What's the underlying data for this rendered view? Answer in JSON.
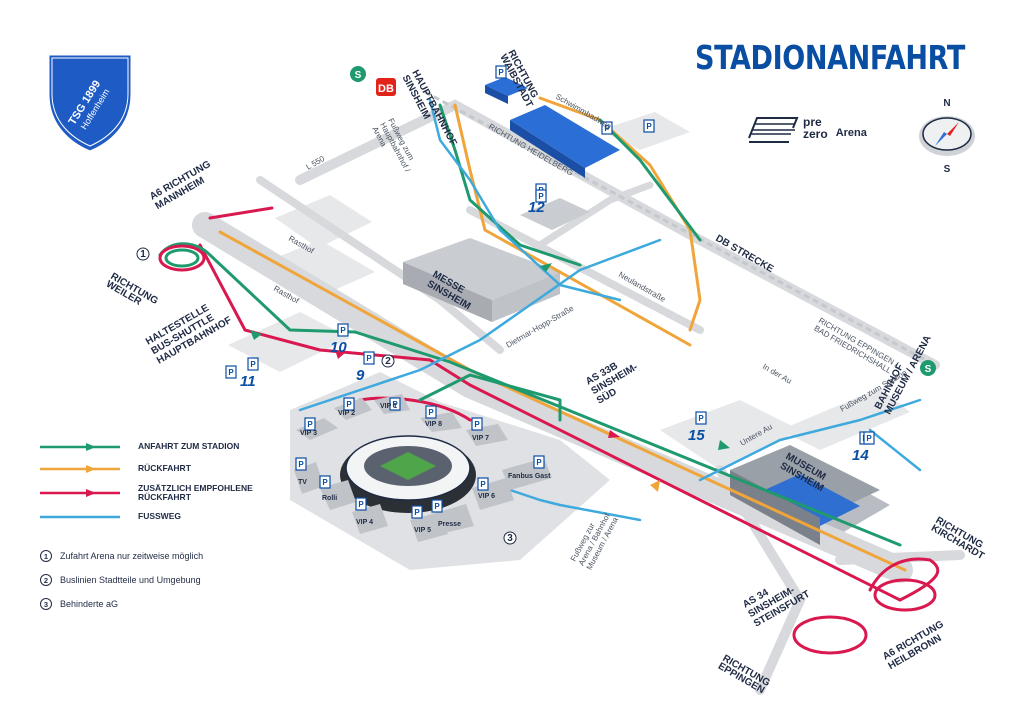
{
  "title": "STADIONANFAHRT",
  "club": {
    "name": "TSG 1899",
    "city": "Hoffenheim"
  },
  "brand": {
    "pre": "pre",
    "zero": "zero",
    "arena": "Arena"
  },
  "compass": {
    "north": "N",
    "south": "S"
  },
  "legend": [
    {
      "label": "ANFAHRT ZUM STADION",
      "color": "#1f9a6e"
    },
    {
      "label": "RÜCKFAHRT",
      "color": "#f0a53b"
    },
    {
      "label": "ZUSÄTZLICH EMPFOHLENE RÜCKFAHRT",
      "color": "#d9184f"
    },
    {
      "label": "FUSSWEG",
      "color": "#3ea9dd"
    }
  ],
  "notes": [
    {
      "num": "1",
      "text": "Zufahrt Arena nur zeitweise möglich"
    },
    {
      "num": "2",
      "text": "Buslinien Stadtteile und Umgebung"
    },
    {
      "num": "3",
      "text": "Behinderte aG"
    }
  ],
  "labels": {
    "hbf_sinsheim": [
      "HAUPTBAHNHOF",
      "SINSHEIM"
    ],
    "richtung_waibstadt": [
      "RICHTUNG",
      "WAIBSTADT"
    ],
    "a6_mannheim": [
      "A6 RICHTUNG",
      "MANNHEIM"
    ],
    "richtung_weiler": [
      "RICHTUNG",
      "WEILER"
    ],
    "haltestelle": [
      "HALTESTELLE",
      "BUS-SHUTTLE",
      "HAUPTBAHNHOF"
    ],
    "db_strecke": "DB STRECKE",
    "as33b": [
      "AS 33B",
      "SINSHEIM-",
      "SÜD"
    ],
    "bahnhof_museum": [
      "BAHNHOF",
      "MUSEUM / ARENA"
    ],
    "richtung_kirchardt": [
      "RICHTUNG",
      "KIRCHARDT"
    ],
    "as34": [
      "AS 34",
      "SINSHEIM-",
      "STEINSFURT"
    ],
    "richtung_eppingen": [
      "RICHTUNG",
      "EPPINGEN"
    ],
    "a6_heilbronn": [
      "A6 RICHTUNG",
      "HEILBRONN"
    ],
    "messe": [
      "MESSE",
      "SINSHEIM"
    ],
    "museum": [
      "MUSEUM",
      "SINSHEIM"
    ],
    "l550": "L 550",
    "rasthof1": "Rasthof",
    "rasthof2": "Rasthof",
    "schwimmbadweg": "Schwimmbadweg",
    "richtung_heidelberg": "RICHTUNG HEIDELBERG",
    "richtung_eppingen_bad": [
      "RICHTUNG EPPINGEN /",
      "BAD FRIEDRICHSHALL"
    ],
    "neulandstrasse": "Neulandstraße",
    "dietmar_hopp": "Dietmar-Hopp-Straße",
    "in_der_au": "In der Au",
    "untere_au": "Untere Au",
    "fussweg_hbf": [
      "Fußweg zum",
      "Hauptbahnhof /",
      "Arena"
    ],
    "fussweg_stadion": "Fußweg zum Stadion",
    "fussweg_arena": [
      "Fußweg zur",
      "Arena / Bahnhof",
      "Museum / Arena"
    ],
    "db_logo": "DB",
    "s_logo": "S"
  },
  "parking": [
    "12",
    "10",
    "9",
    "11",
    "15",
    "14"
  ],
  "lots": [
    "VIP 3",
    "VIP 2",
    "VIP 1",
    "VIP 8",
    "VIP 7",
    "TV",
    "Rolli",
    "VIP 4",
    "VIP 5",
    "Presse",
    "VIP 6",
    "Fanbus Gast"
  ],
  "callouts": [
    "1",
    "2",
    "3"
  ]
}
